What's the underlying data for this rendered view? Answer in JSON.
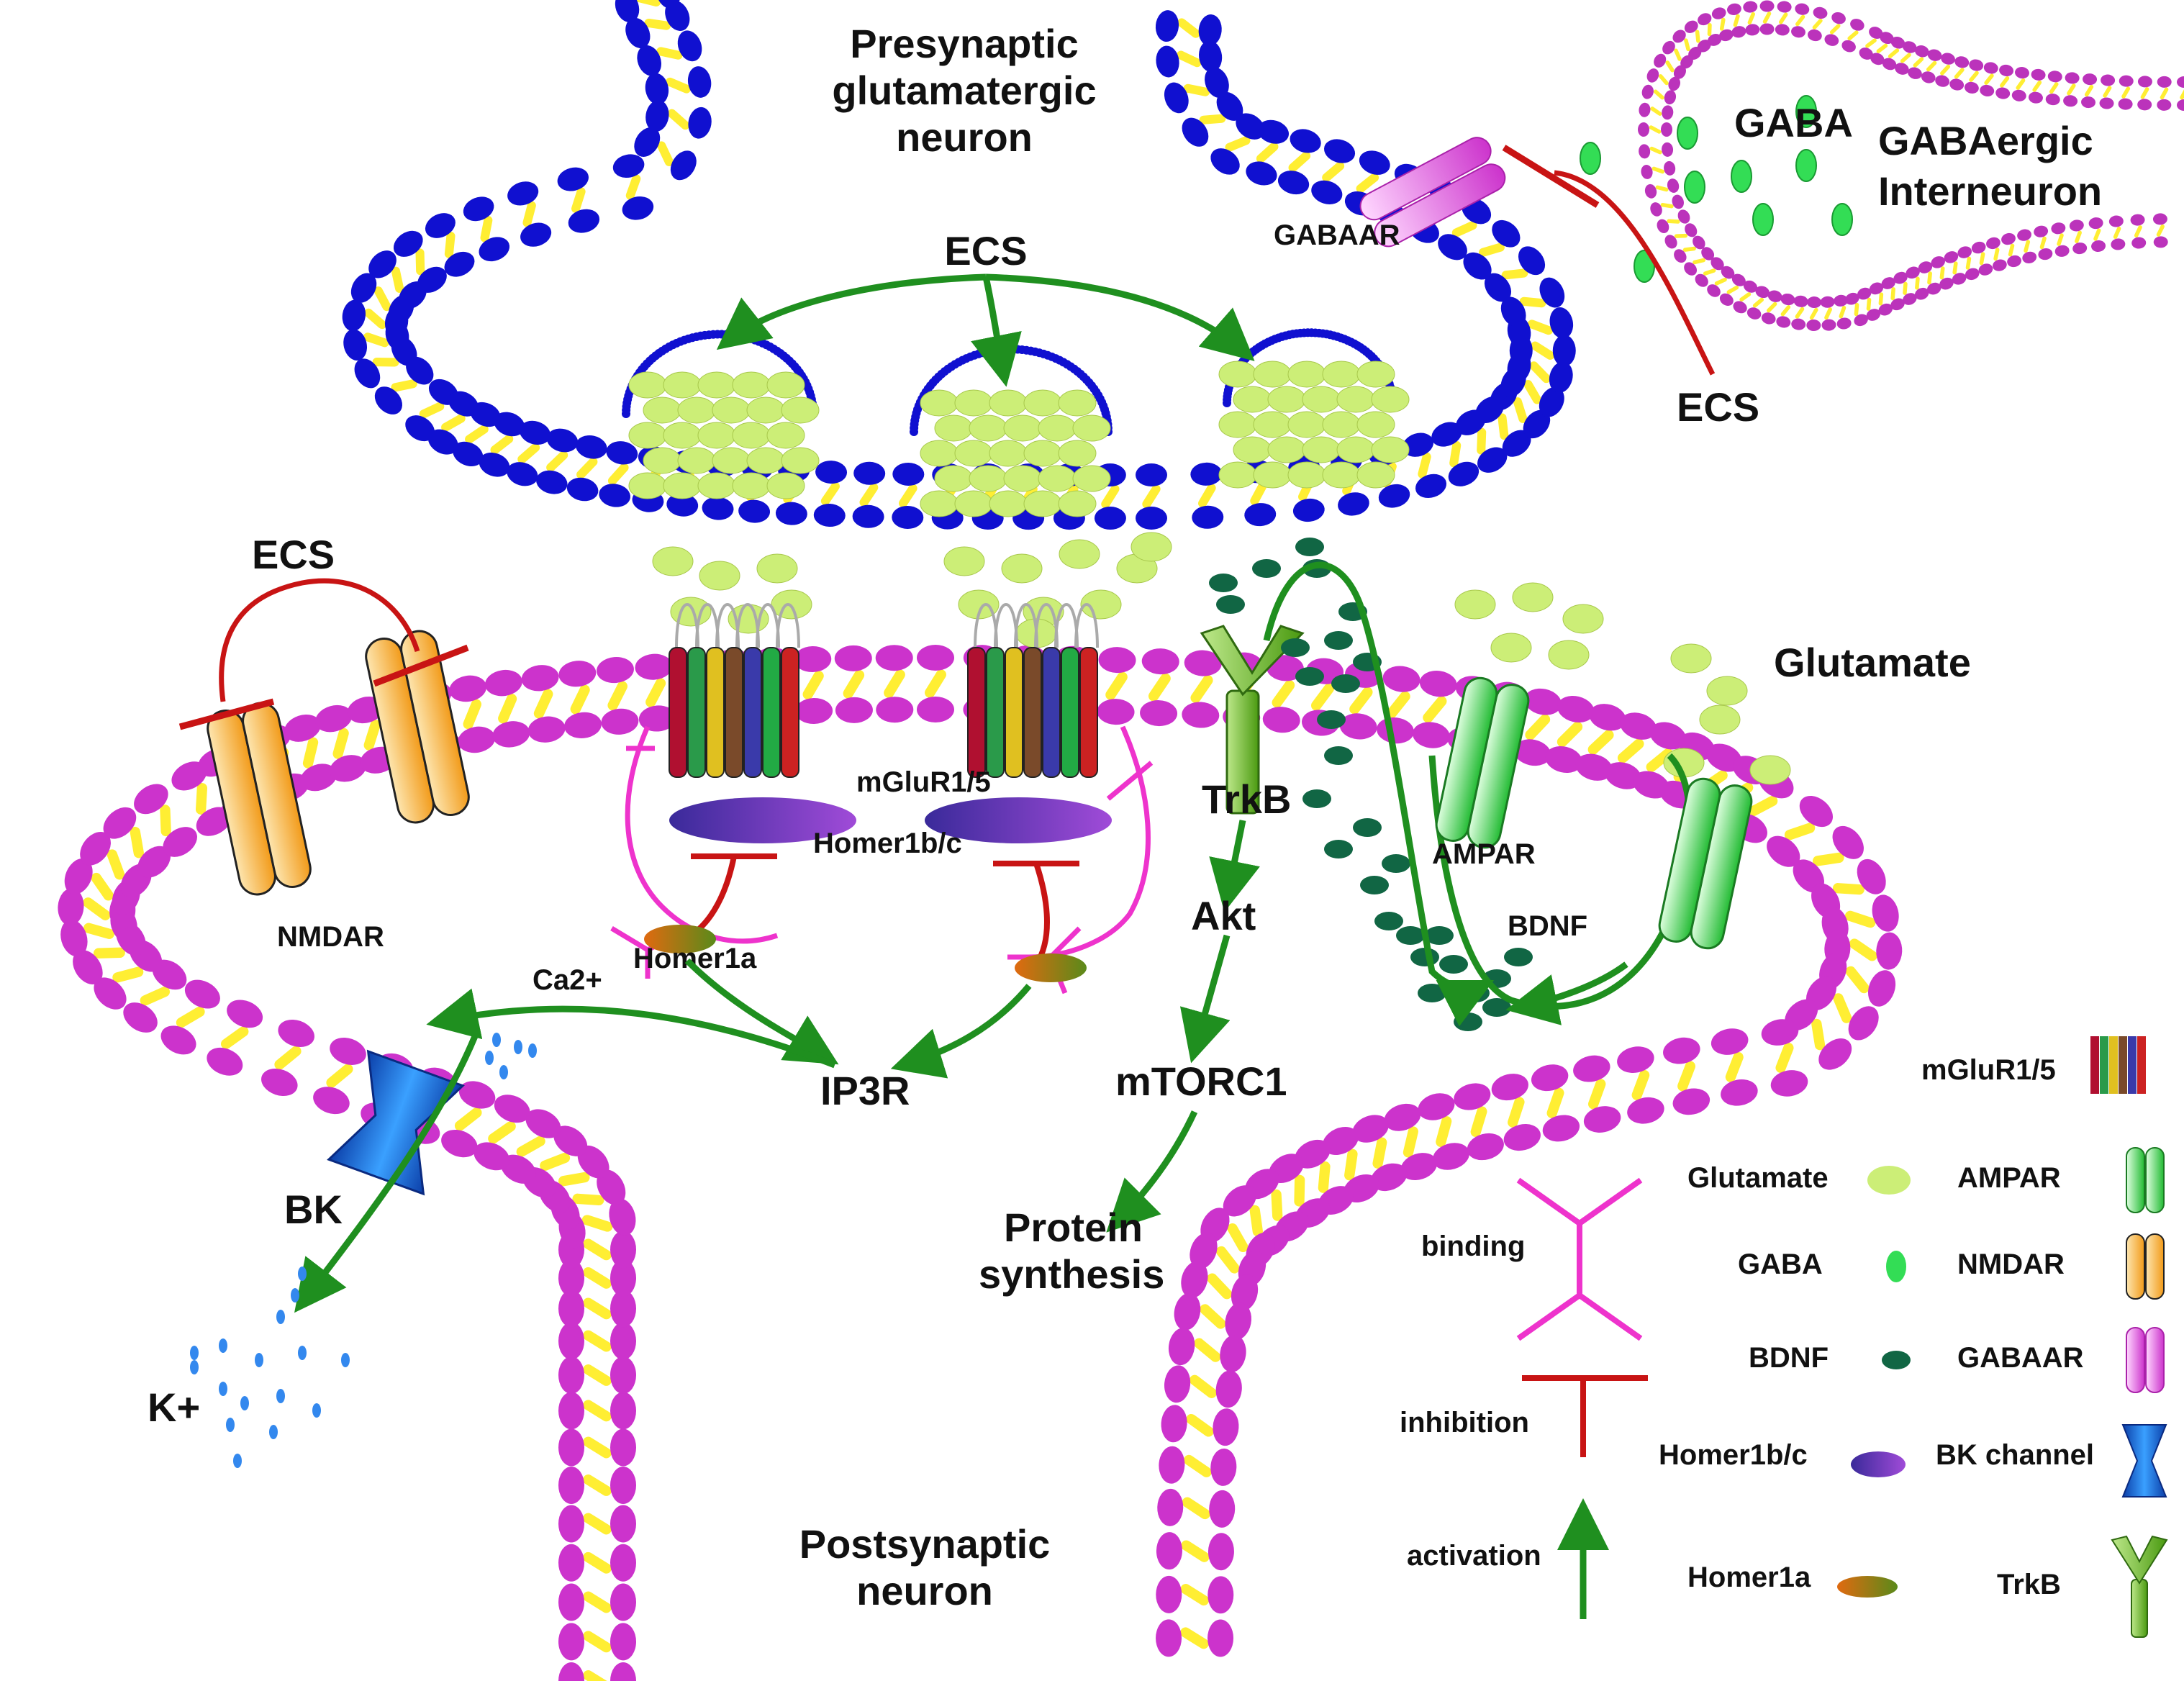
{
  "labels": {
    "presynaptic": [
      "Presynaptic",
      "glutamatergic",
      "neuron"
    ],
    "postsynaptic": [
      "Postsynaptic",
      "neuron"
    ],
    "gabaergic": [
      "GABAergic",
      "Interneuron"
    ],
    "gaba_in_vesicle": "GABA",
    "ecs_top": "ECS",
    "ecs_right": "ECS",
    "ecs_left": "ECS",
    "gabaar": "GABAAR",
    "nmdar": "NMDAR",
    "mglur": "mGluR1/5",
    "homer1bc": "Homer1b/c",
    "homer1a": "Homer1a",
    "ca": "Ca2+",
    "ip3r": "IP3R",
    "bk": "BK",
    "k": "K+",
    "trkb": "TrkB",
    "akt": "Akt",
    "mtorc1": "mTORC1",
    "protein": [
      "Protein",
      "synthesis"
    ],
    "ampar": "AMPAR",
    "bdnf": "BDNF",
    "glutamate": "Glutamate"
  },
  "legend": {
    "mglur": "mGluR1/5",
    "glutamate": "Glutamate",
    "ampar": "AMPAR",
    "gaba": "GABA",
    "nmdar": "NMDAR",
    "bdnf": "BDNF",
    "gabaar": "GABAAR",
    "homer1bc": "Homer1b/c",
    "bk": "BK channel",
    "homer1a": "Homer1a",
    "trkb": "TrkB",
    "binding": "binding",
    "inhibition": "inhibition",
    "activation": "activation"
  },
  "colors": {
    "presyn_head": "#1010d0",
    "postsyn_head": "#cc33cc",
    "tail": "#ffee33",
    "glutamate": "#ccee77",
    "gaba": "#33dd55",
    "bdnf": "#116644",
    "activation": "#1f8f1f",
    "inhibition": "#c81414",
    "binding": "#ee33cc",
    "nmdar": "#f7a531",
    "ampar": "#33cc44",
    "gabaar": "#dd55dd",
    "bk": "#2266dd",
    "trkb": "#66bb22"
  }
}
